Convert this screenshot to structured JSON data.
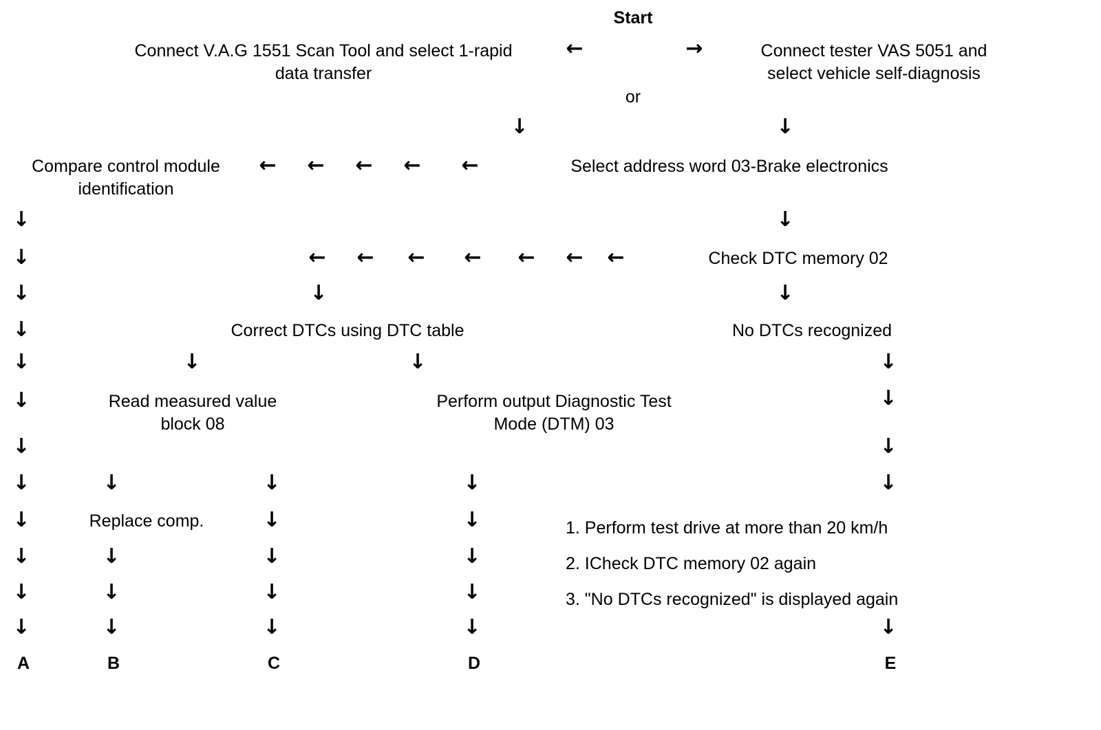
{
  "diagram": {
    "title": "Start",
    "or_label": "or",
    "nodes": {
      "start": "Start",
      "connect_vag": "Connect V.A.G 1551 Scan Tool and select 1-rapid\ndata transfer",
      "connect_vas": "Connect tester VAS 5051 and\nselect vehicle self-diagnosis",
      "compare_identification": "Compare control module\nidentification",
      "select_address_word": "Select address word 03-Brake electronics",
      "check_dtc_memory": "Check DTC memory 02",
      "correct_dtcs": "Correct DTCs using DTC table",
      "no_dtcs_recognized": "No DTCs recognized",
      "read_measured_value": "Read measured value\nblock 08",
      "perform_output_dtm": "Perform output Diagnostic Test\nMode (DTM) 03",
      "replace_comp": "Replace comp."
    },
    "steps_list": [
      "1. Perform test drive at more than 20 km/h",
      "2. ICheck DTC memory 02 again",
      "3. \"No DTCs recognized\" is displayed again"
    ],
    "terminals": [
      {
        "id": "A",
        "label": "A"
      },
      {
        "id": "B",
        "label": "B"
      },
      {
        "id": "C",
        "label": "C"
      },
      {
        "id": "D",
        "label": "D"
      },
      {
        "id": "E",
        "label": "E"
      }
    ],
    "glyphs": {
      "arrow_down": "↓",
      "arrow_left": "←",
      "arrow_right": "→"
    },
    "colors": {
      "foreground": "#000000",
      "background": "#ffffff"
    }
  }
}
